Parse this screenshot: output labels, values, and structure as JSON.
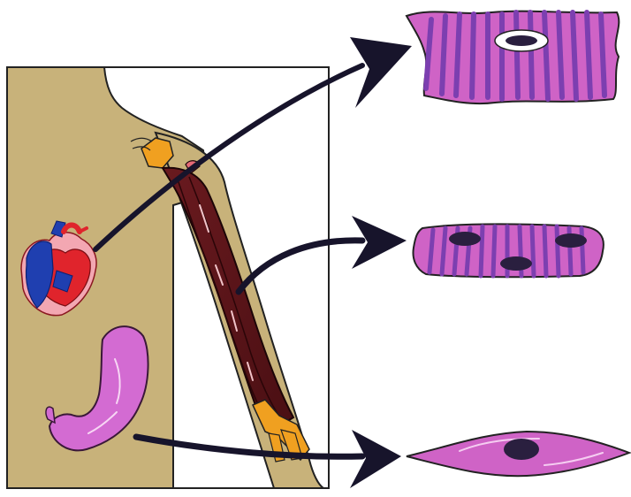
{
  "diagram": {
    "organs": [
      {
        "name": "heart-illustration",
        "icon": "heart-icon"
      },
      {
        "name": "arm-muscle-illustration",
        "icon": "skeletal-muscle-icon"
      },
      {
        "name": "stomach-illustration",
        "icon": "stomach-icon"
      }
    ],
    "cells": [
      {
        "name": "cardiac-muscle-cell",
        "icon": "cardiac-cell-icon"
      },
      {
        "name": "skeletal-muscle-cell",
        "icon": "skeletal-cell-icon"
      },
      {
        "name": "smooth-muscle-cell",
        "icon": "smooth-cell-icon"
      }
    ],
    "colors": {
      "skin": "#c8b27a",
      "muscle": "#5a1418",
      "tendon": "#f0a020",
      "heart_red": "#e0242c",
      "heart_blue": "#1f3fb0",
      "stomach": "#d36bd2",
      "cell_pink": "#cf63c6",
      "cell_purple": "#7c3fb0",
      "nucleus": "#2a1f3f",
      "arrow": "#17142b"
    }
  }
}
